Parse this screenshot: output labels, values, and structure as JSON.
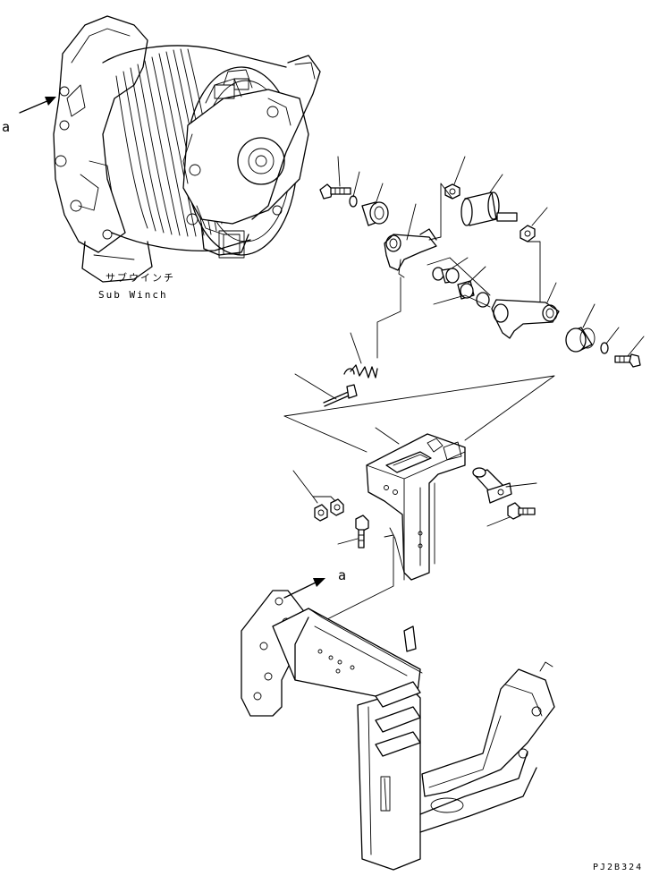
{
  "labels": {
    "view_ref_top": "a",
    "view_ref_bottom": "a",
    "sub_winch_jp": "サブウインチ",
    "sub_winch_en": "Sub Winch",
    "drawing_code": "PJ2B324"
  }
}
